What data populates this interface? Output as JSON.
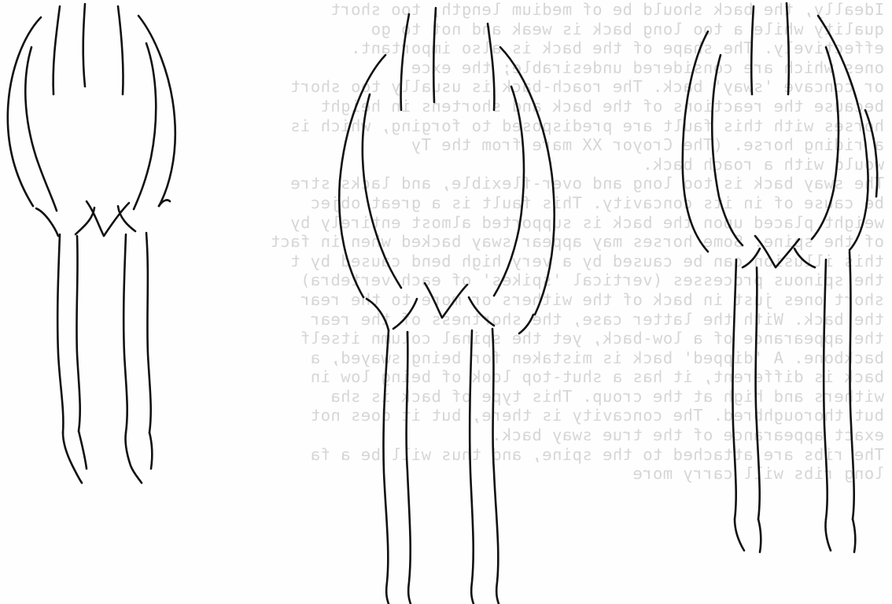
{
  "page": {
    "background_color": "#fefefe",
    "ink_color": "#111111",
    "bleed_text_color": "#b7b7b7"
  },
  "bleed_through_text": [
    "Ideally, the back should be of medium length, too short",
    "quality while a too long back is weak and not to go",
    "effectively. The shape of the back is also important.",
    "ones which are considered undesirable; the exce",
    "or concave 'sway' back. The roach-back is usually too short",
    "because the reactions of the back and shortens in height",
    "horses with this fault are predisposed to forging, which is",
    "a riding horse. (The Croyor XX mare from the Ty",
    "would with a roach back.",
    "The sway back is too long and over-flexible, and lacks stre",
    "be cause of in its concavity. This fault is a great objec",
    "weight placed upon the back is supported almost entirely by",
    "of the spine. Some horses may appear sway backed when in fact",
    "this illusion can be caused by a very high bend caused by t",
    "the spinous processes (vertical 'spikes' of each vertebra)",
    "short ones just in back of the withers or more to the rear",
    "the back. With the latter case, the shortness of the rear",
    "the appearance of a low-back, yet the spinal column itself",
    "backbone. A 'dipped' back is mistaken for being swayed, a",
    "back is different, it has a shut-top look of being low in",
    "withers and high at the croup. This type of back is sha",
    "but thoroughbred. The concavity is there, but it does not",
    "exact appearance of the true sway back.",
    "The ribs are attached to the spine, and thus will be a fa",
    "long ribs will carry more"
  ],
  "figures": [
    {
      "id": "hind-view-1",
      "label": ""
    },
    {
      "id": "hind-view-2",
      "label": ""
    },
    {
      "id": "hind-view-3",
      "label": ""
    }
  ]
}
